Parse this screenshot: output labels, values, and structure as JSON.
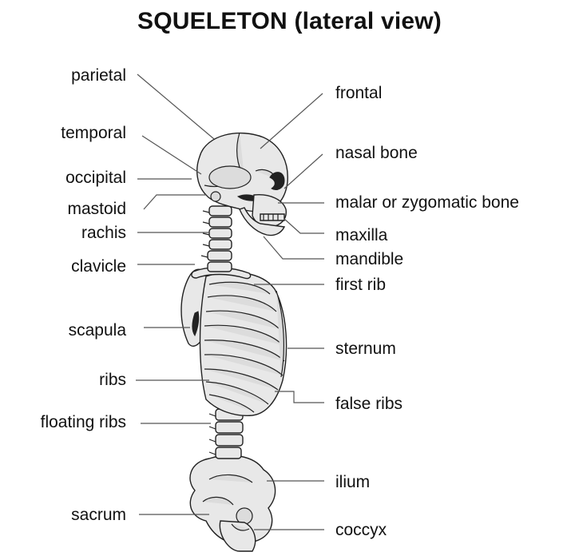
{
  "title": "SQUELETON (lateral view)",
  "labels_left": [
    {
      "id": "parietal",
      "text": "parietal"
    },
    {
      "id": "temporal",
      "text": "temporal"
    },
    {
      "id": "occipital",
      "text": "occipital"
    },
    {
      "id": "mastoid",
      "text": "mastoid"
    },
    {
      "id": "rachis",
      "text": "rachis"
    },
    {
      "id": "clavicle",
      "text": "clavicle"
    },
    {
      "id": "scapula",
      "text": "scapula"
    },
    {
      "id": "ribs",
      "text": "ribs"
    },
    {
      "id": "floating-ribs",
      "text": "floating ribs"
    },
    {
      "id": "sacrum",
      "text": "sacrum"
    }
  ],
  "labels_right": [
    {
      "id": "frontal",
      "text": "frontal"
    },
    {
      "id": "nasal-bone",
      "text": "nasal bone"
    },
    {
      "id": "malar",
      "text": "malar or zygomatic bone"
    },
    {
      "id": "maxilla",
      "text": "maxilla"
    },
    {
      "id": "mandible",
      "text": "mandible"
    },
    {
      "id": "first-rib",
      "text": "first rib"
    },
    {
      "id": "sternum",
      "text": "sternum"
    },
    {
      "id": "false-ribs",
      "text": "false ribs"
    },
    {
      "id": "ilium",
      "text": "ilium"
    },
    {
      "id": "coccyx",
      "text": "coccyx"
    }
  ]
}
